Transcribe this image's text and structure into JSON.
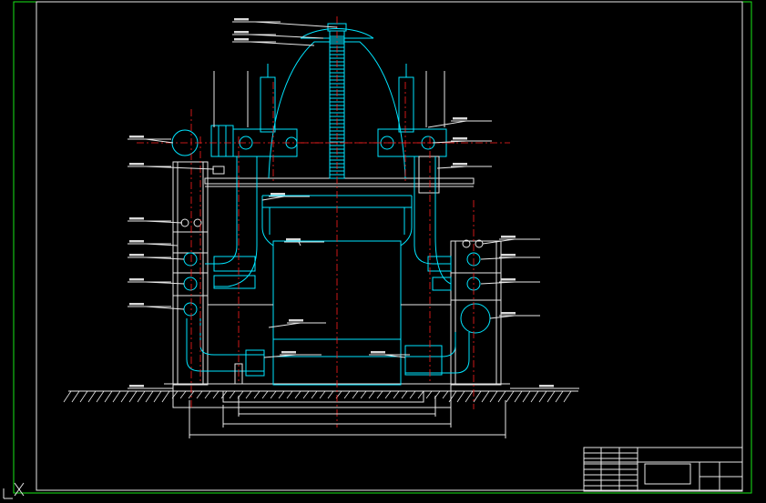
{
  "drawing": {
    "background": "#000000",
    "frame_color": "#19e619",
    "outline_color": "#00e5ff",
    "centerline_color": "#ff2020",
    "line_color": "#e8e8e8",
    "text_color": "#ffffff"
  },
  "title_block": {
    "title_lines": [
      "",
      ""
    ]
  },
  "leaders": [
    {
      "id": "top-1"
    },
    {
      "id": "top-2"
    },
    {
      "id": "top-3"
    },
    {
      "id": "left-1"
    },
    {
      "id": "left-2"
    },
    {
      "id": "left-3"
    },
    {
      "id": "left-4"
    },
    {
      "id": "left-5"
    },
    {
      "id": "left-6"
    },
    {
      "id": "left-7"
    },
    {
      "id": "left-8"
    },
    {
      "id": "right-1"
    },
    {
      "id": "right-2"
    },
    {
      "id": "right-3"
    },
    {
      "id": "right-4"
    },
    {
      "id": "right-5"
    },
    {
      "id": "right-6"
    },
    {
      "id": "right-7"
    },
    {
      "id": "right-8"
    },
    {
      "id": "inner-1"
    },
    {
      "id": "inner-2"
    },
    {
      "id": "inner-3"
    },
    {
      "id": "inner-4"
    },
    {
      "id": "inner-5"
    }
  ]
}
